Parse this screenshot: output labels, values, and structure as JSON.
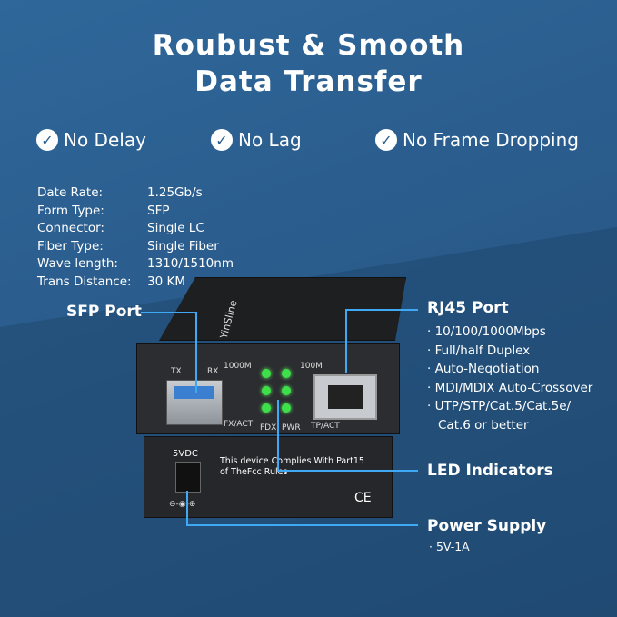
{
  "title": {
    "line1": "Roubust & Smooth",
    "line2": "Data Transfer"
  },
  "features": [
    "No Delay",
    "No Lag",
    "No Frame Dropping"
  ],
  "specs": [
    {
      "k": "Date Rate:",
      "v": "1.25Gb/s"
    },
    {
      "k": "Form Type:",
      "v": "SFP"
    },
    {
      "k": "Connector:",
      "v": "Single LC"
    },
    {
      "k": "Fiber Type:",
      "v": "Single Fiber"
    },
    {
      "k": "Wave length:",
      "v": "1310/1510nm"
    },
    {
      "k": "Trans Distance:",
      "v": "30  KM"
    }
  ],
  "sfp_label": "SFP Port",
  "rj45": {
    "label": "RJ45 Port",
    "items": [
      "· 10/100/1000Mbps",
      "· Full/half Duplex",
      "· Auto-Neqotiation",
      "· MDI/MDIX Auto-Crossover",
      "· UTP/STP/Cat.5/Cat.5e/",
      "  Cat.6 or better"
    ]
  },
  "led_label": "LED Indicators",
  "power": {
    "label": "Power Supply",
    "items": [
      "· 5V-1A"
    ]
  },
  "device": {
    "brand": "YinSline",
    "tx": "TX",
    "rx": "RX",
    "m1000": "1000M",
    "m100": "100M",
    "fxact": "FX/ACT",
    "fdx": "FDX",
    "pwr": "PWR",
    "tpact": "TP/ACT",
    "vdc": "5VDC",
    "comply1": "This device Complies With Part15",
    "comply2": "of TheFcc Rules",
    "ce": "CE"
  },
  "colors": {
    "background": "#2a5c8c",
    "accent_line": "#3fa9f5",
    "led": "#3ee04a"
  }
}
